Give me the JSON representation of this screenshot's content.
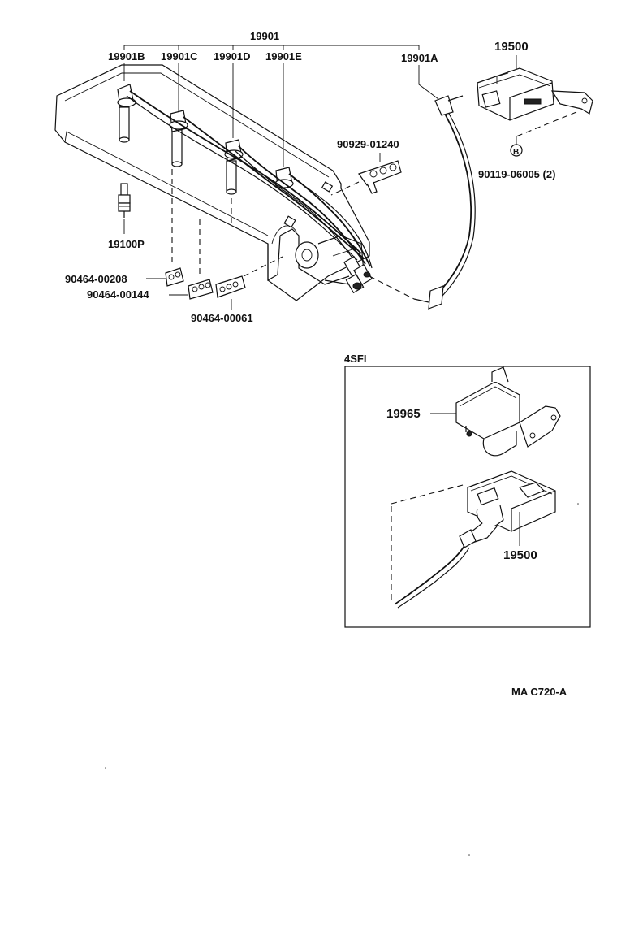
{
  "labels": {
    "wire_set": "19901",
    "wire_b": "19901B",
    "wire_c": "19901C",
    "wire_d": "19901D",
    "wire_e": "19901E",
    "wire_a": "19901A",
    "igniter_top": "19500",
    "clamp_90929": "90929-01240",
    "bolt_note": "90119-06005 (2)",
    "bolt_marker": "B",
    "spark_plug": "19100P",
    "clamp_208": "90464-00208",
    "clamp_144": "90464-00144",
    "clamp_061": "90464-00061",
    "inset_title": "4SFI",
    "bracket": "19965",
    "igniter_inset": "19500",
    "figure_code": "MA C720-A"
  }
}
